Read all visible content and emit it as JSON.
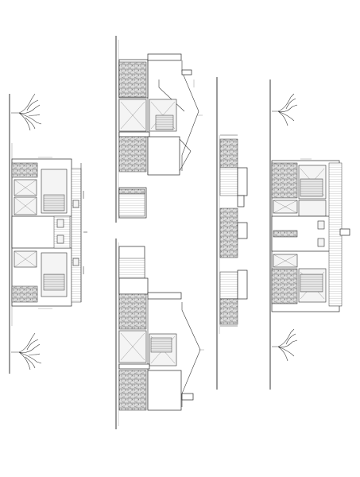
{
  "drawing": {
    "views": [
      {
        "id": "elevation-front-left",
        "kind": "elevation"
      },
      {
        "id": "elevation-side-top",
        "kind": "elevation"
      },
      {
        "id": "elevation-side-bottom",
        "kind": "elevation"
      },
      {
        "id": "section-narrow",
        "kind": "elevation"
      },
      {
        "id": "elevation-front-right",
        "kind": "elevation"
      }
    ],
    "trees": [
      "tree-top-left",
      "tree-bottom-left",
      "tree-top-right",
      "tree-bottom-right"
    ],
    "colors": {
      "line": "#3a3a3a",
      "paper": "#ffffff",
      "fill": "#e6e6e6"
    }
  }
}
